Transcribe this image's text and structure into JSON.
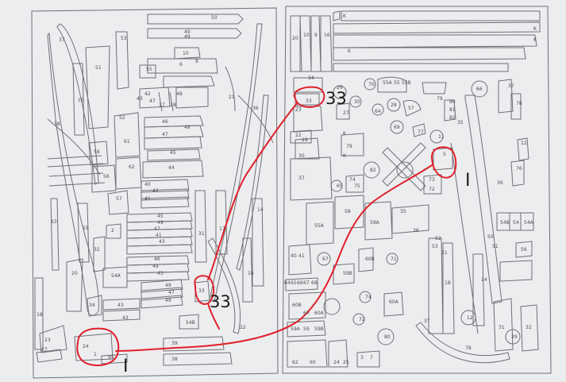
{
  "colors": {
    "paper": "#ecedef",
    "background": "#d8d9dc",
    "line": "#6f7074",
    "highlight": "#e0202a"
  },
  "callouts": {
    "top_right_label": "33",
    "bottom_middle_label": "33",
    "bottom_left_label": "I",
    "right_label": "I"
  },
  "parts": [
    {
      "id": "p50",
      "label": "50"
    },
    {
      "id": "p53",
      "label": "53"
    },
    {
      "id": "p51",
      "label": "51"
    },
    {
      "id": "p37a",
      "label": "37"
    },
    {
      "id": "p10",
      "label": "10"
    },
    {
      "id": "p49a",
      "label": "49"
    },
    {
      "id": "p49b",
      "label": "49"
    },
    {
      "id": "p9",
      "label": "9"
    },
    {
      "id": "p6",
      "label": "6"
    },
    {
      "id": "p55",
      "label": "55"
    },
    {
      "id": "p15",
      "label": "15"
    },
    {
      "id": "p42",
      "label": "42"
    },
    {
      "id": "p48",
      "label": "48"
    },
    {
      "id": "p43a",
      "label": "43"
    },
    {
      "id": "p47a",
      "label": "47"
    },
    {
      "id": "p17a",
      "label": "17"
    },
    {
      "id": "p18a",
      "label": "18"
    },
    {
      "id": "p21",
      "label": "21"
    },
    {
      "id": "p36a",
      "label": "36"
    },
    {
      "id": "p38a",
      "label": "38"
    },
    {
      "id": "p52a",
      "label": "52"
    },
    {
      "id": "p46a",
      "label": "46"
    },
    {
      "id": "p48b",
      "label": "48"
    },
    {
      "id": "p47b",
      "label": "47"
    },
    {
      "id": "p61",
      "label": "61"
    },
    {
      "id": "p58",
      "label": "58"
    },
    {
      "id": "p45a",
      "label": "45"
    },
    {
      "id": "p44",
      "label": "44"
    },
    {
      "id": "p62",
      "label": "62"
    },
    {
      "id": "p56",
      "label": "56"
    },
    {
      "id": "p40",
      "label": "40"
    },
    {
      "id": "p42b",
      "label": "42"
    },
    {
      "id": "p41a",
      "label": "41"
    },
    {
      "id": "p57",
      "label": "57"
    },
    {
      "id": "p63",
      "label": "63"
    },
    {
      "id": "p19",
      "label": "19"
    },
    {
      "id": "p2",
      "label": "2"
    },
    {
      "id": "p45b",
      "label": "45"
    },
    {
      "id": "p49c",
      "label": "49"
    },
    {
      "id": "p47c",
      "label": "47"
    },
    {
      "id": "p41b",
      "label": "41"
    },
    {
      "id": "p43b",
      "label": "43"
    },
    {
      "id": "p31",
      "label": "31"
    },
    {
      "id": "p17b",
      "label": "17"
    },
    {
      "id": "p14",
      "label": "14"
    },
    {
      "id": "p32",
      "label": "32"
    },
    {
      "id": "p46b",
      "label": "46"
    },
    {
      "id": "p49d",
      "label": "49"
    },
    {
      "id": "p43c",
      "label": "43"
    },
    {
      "id": "p16",
      "label": "16"
    },
    {
      "id": "p20",
      "label": "20"
    },
    {
      "id": "p54A",
      "label": "54A"
    },
    {
      "id": "p49e",
      "label": "49"
    },
    {
      "id": "p47d",
      "label": "47"
    },
    {
      "id": "p49f",
      "label": "49"
    },
    {
      "id": "p34a",
      "label": "34"
    },
    {
      "id": "p43d",
      "label": "43"
    },
    {
      "id": "p43e",
      "label": "43"
    },
    {
      "id": "p54B",
      "label": "54B"
    },
    {
      "id": "p18b",
      "label": "18"
    },
    {
      "id": "p23",
      "label": "23"
    },
    {
      "id": "p27a",
      "label": "27"
    },
    {
      "id": "p24",
      "label": "24"
    },
    {
      "id": "p1a",
      "label": "1"
    },
    {
      "id": "p95",
      "label": "95"
    },
    {
      "id": "p39",
      "label": "39"
    },
    {
      "id": "p38b",
      "label": "38"
    },
    {
      "id": "p22a",
      "label": "22"
    },
    {
      "id": "p33a",
      "label": "33"
    },
    {
      "id": "p20b",
      "label": "20"
    },
    {
      "id": "p10b",
      "label": "10"
    },
    {
      "id": "p9b",
      "label": "9"
    },
    {
      "id": "p16b",
      "label": "16"
    },
    {
      "id": "pK1",
      "label": "K"
    },
    {
      "id": "pK2",
      "label": "K"
    },
    {
      "id": "pK3",
      "label": "K"
    },
    {
      "id": "pK4",
      "label": "K"
    },
    {
      "id": "p34b",
      "label": "34"
    },
    {
      "id": "p33b",
      "label": "33"
    },
    {
      "id": "p23b",
      "label": "23"
    },
    {
      "id": "p27b",
      "label": "27"
    },
    {
      "id": "p26",
      "label": "26"
    },
    {
      "id": "p30a",
      "label": "30"
    },
    {
      "id": "p64",
      "label": "64"
    },
    {
      "id": "p28",
      "label": "28"
    },
    {
      "id": "p55A",
      "label": "55A"
    },
    {
      "id": "p55b",
      "label": "55"
    },
    {
      "id": "p55B",
      "label": "55B"
    },
    {
      "id": "p57b",
      "label": "57"
    },
    {
      "id": "p79a",
      "label": "79"
    },
    {
      "id": "p80",
      "label": "80"
    },
    {
      "id": "p81",
      "label": "81"
    },
    {
      "id": "p82a",
      "label": "82"
    },
    {
      "id": "p66",
      "label": "66"
    },
    {
      "id": "p70",
      "label": "70"
    },
    {
      "id": "p69",
      "label": "69"
    },
    {
      "id": "p77",
      "label": "77"
    },
    {
      "id": "p37b",
      "label": "37"
    },
    {
      "id": "p78a",
      "label": "78"
    },
    {
      "id": "p35a",
      "label": "35"
    },
    {
      "id": "p22b",
      "label": "22"
    },
    {
      "id": "p29",
      "label": "29"
    },
    {
      "id": "p30b",
      "label": "30"
    },
    {
      "id": "pK5",
      "label": "K"
    },
    {
      "id": "p79b",
      "label": "79"
    },
    {
      "id": "pK6",
      "label": "K"
    },
    {
      "id": "p11",
      "label": "11"
    },
    {
      "id": "p5",
      "label": "5"
    },
    {
      "id": "p82b",
      "label": "82"
    },
    {
      "id": "p37c",
      "label": "37"
    },
    {
      "id": "p65",
      "label": "65"
    },
    {
      "id": "p74",
      "label": "74"
    },
    {
      "id": "p75",
      "label": "75"
    },
    {
      "id": "p73",
      "label": "73"
    },
    {
      "id": "p72",
      "label": "72"
    },
    {
      "id": "p12a",
      "label": "12"
    },
    {
      "id": "p76",
      "label": "76"
    },
    {
      "id": "p58b",
      "label": "58"
    },
    {
      "id": "p55Aa",
      "label": "55A"
    },
    {
      "id": "p59A",
      "label": "59A"
    },
    {
      "id": "p35b",
      "label": "35"
    },
    {
      "id": "p36b",
      "label": "36"
    },
    {
      "id": "p36c",
      "label": "36"
    },
    {
      "id": "p54Bb",
      "label": "54B"
    },
    {
      "id": "p54b",
      "label": "54"
    },
    {
      "id": "p54Ab",
      "label": "54A"
    },
    {
      "id": "p50b",
      "label": "50"
    },
    {
      "id": "p51b",
      "label": "51"
    },
    {
      "id": "p52b",
      "label": "52"
    },
    {
      "id": "p53b",
      "label": "53"
    },
    {
      "id": "p56b",
      "label": "56"
    },
    {
      "id": "p40b",
      "label": "40"
    },
    {
      "id": "p41c",
      "label": "41"
    },
    {
      "id": "p67",
      "label": "67"
    },
    {
      "id": "p60B",
      "label": "60B"
    },
    {
      "id": "p71",
      "label": "71"
    },
    {
      "id": "p21b",
      "label": "21"
    },
    {
      "id": "p64b",
      "label": "64"
    },
    {
      "id": "p65b",
      "label": "65"
    },
    {
      "id": "p66b",
      "label": "66"
    },
    {
      "id": "p67b",
      "label": "67"
    },
    {
      "id": "p68",
      "label": "68"
    },
    {
      "id": "p59B",
      "label": "59B"
    },
    {
      "id": "p18c",
      "label": "18"
    },
    {
      "id": "p60Bb",
      "label": "60B"
    },
    {
      "id": "p60",
      "label": "60"
    },
    {
      "id": "p60A",
      "label": "60A"
    },
    {
      "id": "p74b",
      "label": "74"
    },
    {
      "id": "p60Ab",
      "label": "60A"
    },
    {
      "id": "p14b",
      "label": "14"
    },
    {
      "id": "p72b",
      "label": "72"
    },
    {
      "id": "p12b",
      "label": "12"
    },
    {
      "id": "p59Aa",
      "label": "59A"
    },
    {
      "id": "p59",
      "label": "59"
    },
    {
      "id": "p59Bb",
      "label": "59B"
    },
    {
      "id": "p80b",
      "label": "80"
    },
    {
      "id": "p37d",
      "label": "37"
    },
    {
      "id": "p78b",
      "label": "78"
    },
    {
      "id": "p62b",
      "label": "62"
    },
    {
      "id": "p60c",
      "label": "60"
    },
    {
      "id": "p24b",
      "label": "24"
    },
    {
      "id": "p25",
      "label": "25"
    },
    {
      "id": "p3",
      "label": "3"
    },
    {
      "id": "p7",
      "label": "7"
    },
    {
      "id": "p31b",
      "label": "31"
    },
    {
      "id": "p29b",
      "label": "29"
    },
    {
      "id": "p32b",
      "label": "32"
    }
  ]
}
